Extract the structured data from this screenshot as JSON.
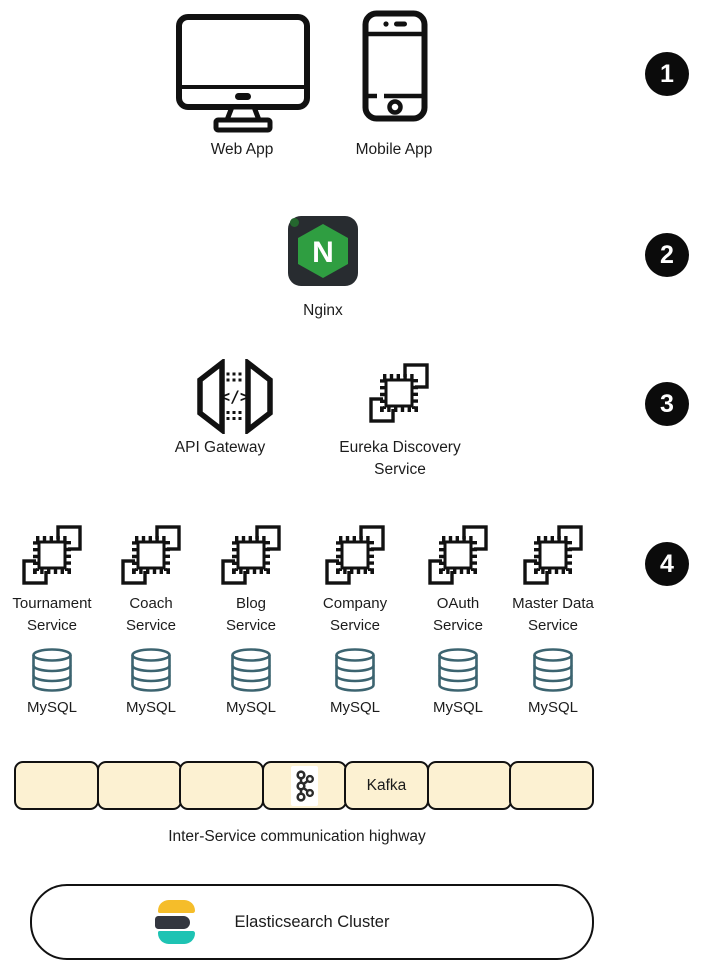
{
  "badges": [
    "1",
    "2",
    "3",
    "4"
  ],
  "tier1": {
    "web_app_label": "Web App",
    "mobile_app_label": "Mobile App"
  },
  "tier2": {
    "nginx_label": "Nginx",
    "nginx_letter": "N"
  },
  "tier3": {
    "api_gateway_label": "API Gateway",
    "code_glyph": "</>",
    "eureka_line1": "Eureka Discovery",
    "eureka_line2": "Service"
  },
  "tier4": {
    "services": [
      {
        "line1": "Tournament",
        "line2": "Service",
        "db_label": "MySQL"
      },
      {
        "line1": "Coach",
        "line2": "Service",
        "db_label": "MySQL"
      },
      {
        "line1": "Blog",
        "line2": "Service",
        "db_label": "MySQL"
      },
      {
        "line1": "Company",
        "line2": "Service",
        "db_label": "MySQL"
      },
      {
        "line1": "OAuth",
        "line2": "Service",
        "db_label": "MySQL"
      },
      {
        "line1": "Master Data",
        "line2": "Service",
        "db_label": "MySQL"
      }
    ]
  },
  "kafka": {
    "segment_label": "Kafka",
    "segment_count": 7,
    "caption": "Inter-Service communication highway"
  },
  "elasticsearch": {
    "label": "Elasticsearch Cluster"
  },
  "colors": {
    "nginx_tile": "#282c30",
    "nginx_green": "#2f9e41",
    "mysql_teal": "#3c6470",
    "kafka_segment_fill": "#fcf1d2",
    "elastic_yellow": "#f5bd2a",
    "elastic_dark": "#33363f",
    "elastic_teal": "#1ec3b3",
    "badge_bg": "#0b0b0b"
  }
}
